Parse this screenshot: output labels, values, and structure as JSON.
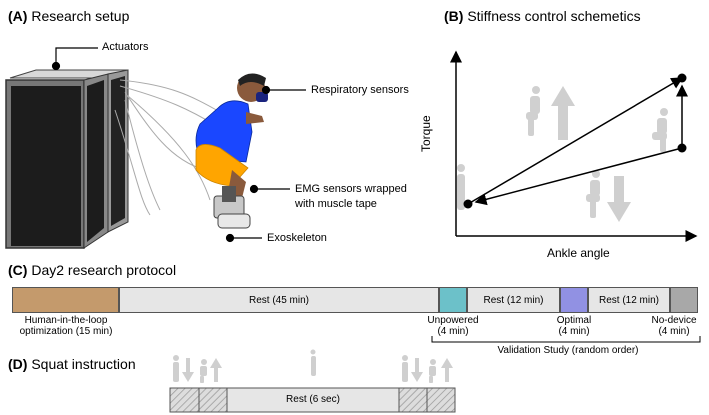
{
  "panels": {
    "a": {
      "letter": "(A)",
      "title": "Research setup",
      "callouts": {
        "actuators": "Actuators",
        "respiratory": "Respiratory sensors",
        "emg_line1": "EMG sensors wrapped",
        "emg_line2": "with muscle tape",
        "exoskeleton": "Exoskeleton"
      }
    },
    "b": {
      "letter": "(B)",
      "title": "Stiffness control schemetics",
      "ylabel": "Torque",
      "xlabel": "Ankle angle"
    },
    "c": {
      "letter": "(C)",
      "title": "Day2 research protocol",
      "segments": {
        "hilo": {
          "color": "#c49a6c"
        },
        "rest1": {
          "label": "Rest (45 min)",
          "color": "#e6e6e6"
        },
        "unpowered": {
          "color": "#6cc1c9"
        },
        "rest2": {
          "label": "Rest (12 min)",
          "color": "#e6e6e6"
        },
        "optimal": {
          "color": "#9191e3"
        },
        "rest3": {
          "label": "Rest (12 min)",
          "color": "#e6e6e6"
        },
        "nodevice": {
          "color": "#a8a8a8"
        }
      },
      "labels": {
        "hilo_line1": "Human-in-the-loop",
        "hilo_line2": "optimization (15 min)",
        "unpowered_line1": "Unpowered",
        "unpowered_line2": "(4 min)",
        "optimal_line1": "Optimal",
        "optimal_line2": "(4 min)",
        "nodevice_line1": "No-device",
        "nodevice_line2": "(4 min)",
        "validation": "Validation Study (random order)"
      }
    },
    "d": {
      "letter": "(D)",
      "title": "Squat instruction",
      "rest_label": "Rest (6 sec)"
    }
  }
}
